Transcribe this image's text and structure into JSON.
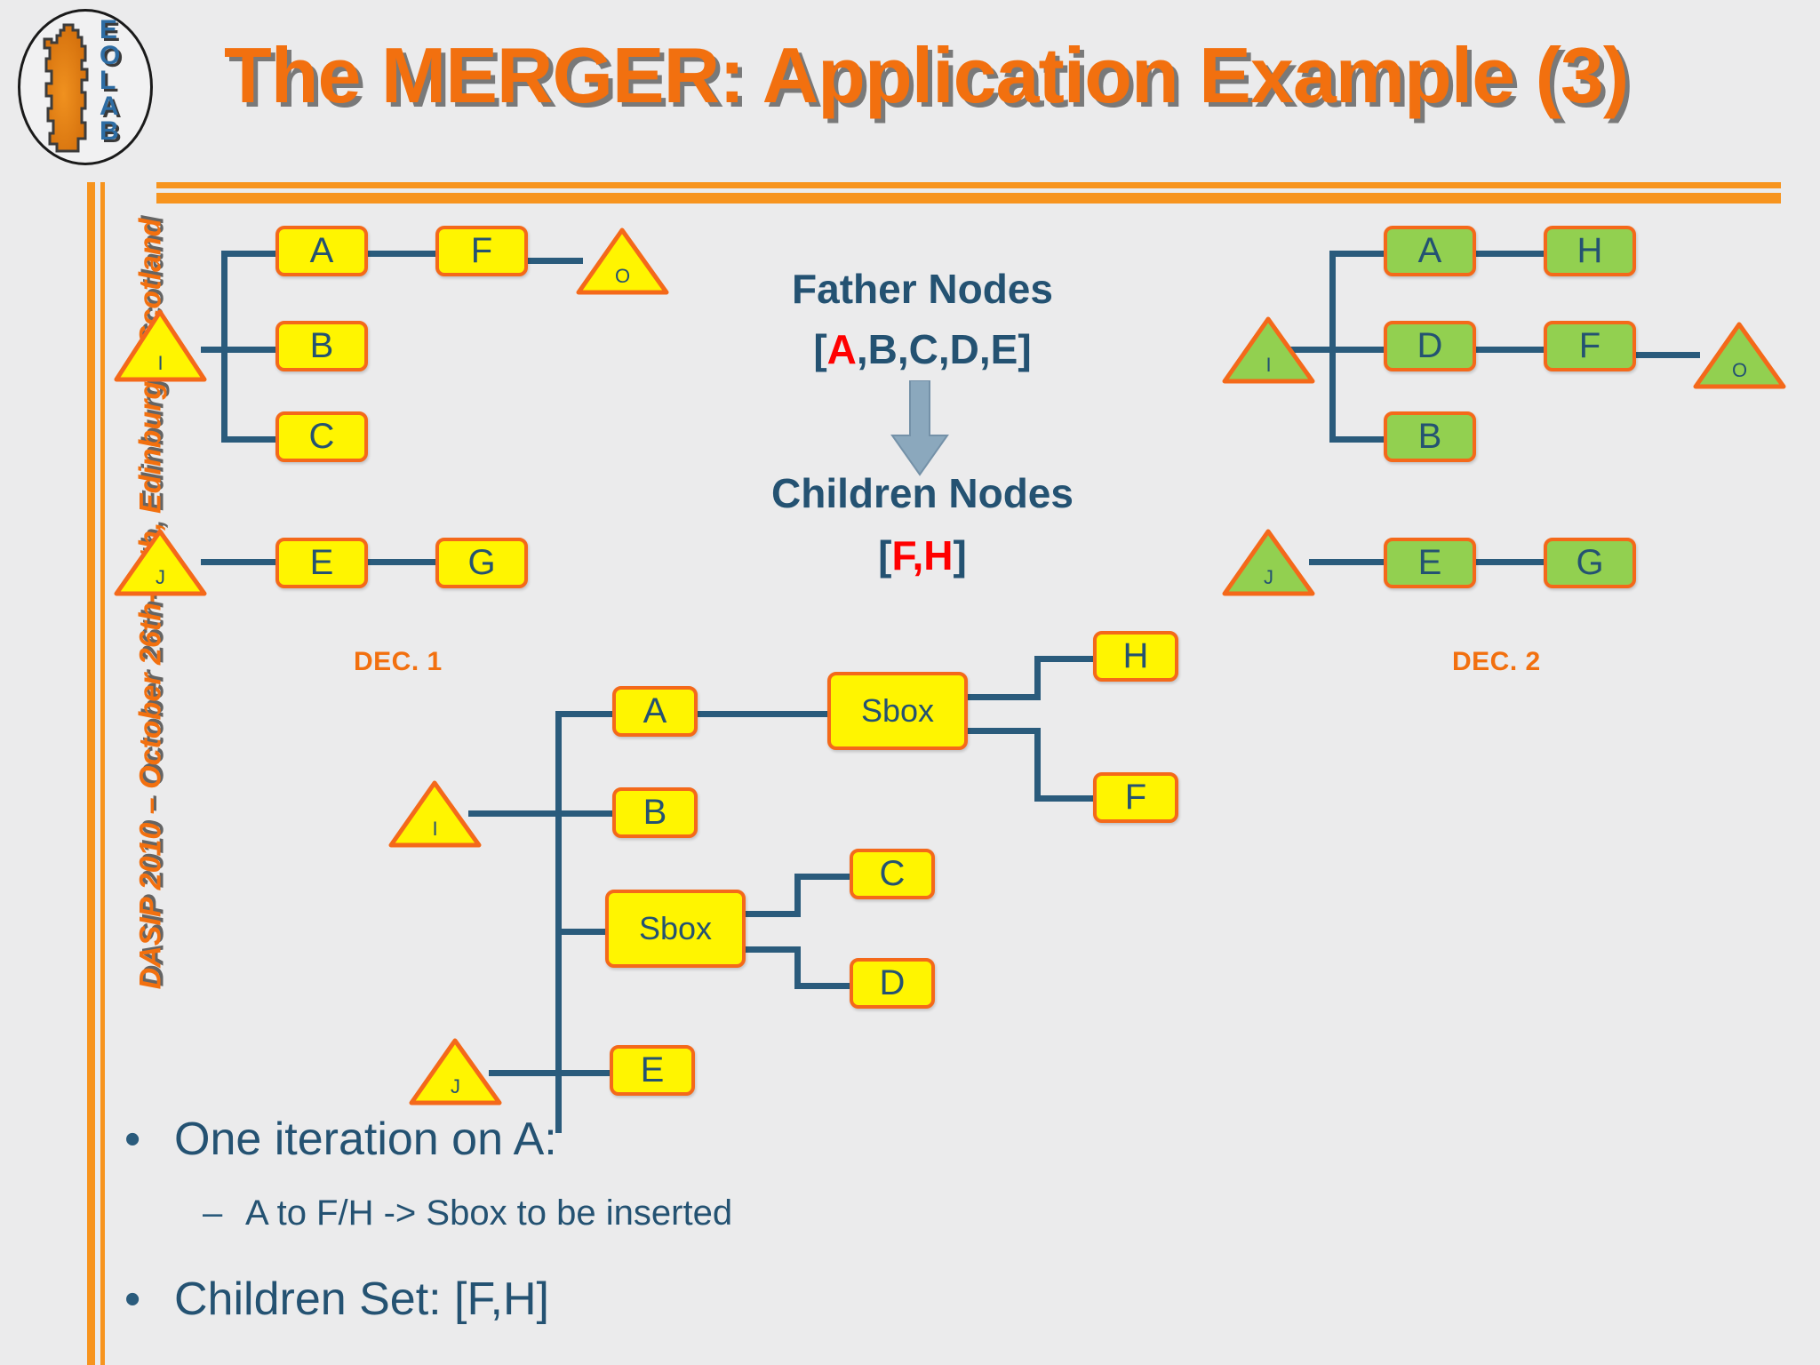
{
  "slide": {
    "title": "The MERGER: Application Example (3)",
    "sidebar_text": "DASIP 2010 – October 26th-28th, Edinburgh, Scotland",
    "logo": {
      "letters": [
        "E",
        "O",
        "L",
        "A",
        "B"
      ],
      "shape_name": "sardinia-island"
    },
    "colors": {
      "background": "#ebebec",
      "accent_orange": "#f7941e",
      "title_orange": "#f2700f",
      "node_yellow": "#fff500",
      "node_green": "#92d050",
      "node_border": "#f4691a",
      "line_blue": "#2a5b7c",
      "text_blue": "#245272",
      "highlight_red": "#ff0000"
    }
  },
  "middle": {
    "father_title": "Father Nodes",
    "father_set_open": "[",
    "father_set_red": "A",
    "father_set_rest": ",B,C,D,E",
    "father_set_close": "]",
    "arrow": "down-arrow",
    "children_title": "Children Nodes",
    "children_set_open": "[",
    "children_set_red": "F,H",
    "children_set_close": "]"
  },
  "dec1": {
    "label": "DEC. 1",
    "input_top": "I",
    "input_bottom": "J",
    "output": "O",
    "nodes": [
      "A",
      "F",
      "B",
      "C",
      "E",
      "G"
    ]
  },
  "dec2": {
    "label": "DEC. 2",
    "input_top": "I",
    "input_bottom": "J",
    "output": "O",
    "nodes": [
      "A",
      "H",
      "D",
      "F",
      "B",
      "E",
      "G"
    ]
  },
  "merged": {
    "input_top": "I",
    "input_bottom": "J",
    "nodes": [
      "A",
      "Sbox",
      "H",
      "F",
      "B",
      "Sbox",
      "C",
      "D",
      "E"
    ]
  },
  "bullets": [
    {
      "level": 1,
      "glyph": "•",
      "text": "One iteration on A:"
    },
    {
      "level": 2,
      "glyph": "–",
      "text": "A to F/H -> Sbox to be inserted"
    },
    {
      "level": 1,
      "glyph": "•",
      "text": "Children Set: [F,H]"
    }
  ]
}
